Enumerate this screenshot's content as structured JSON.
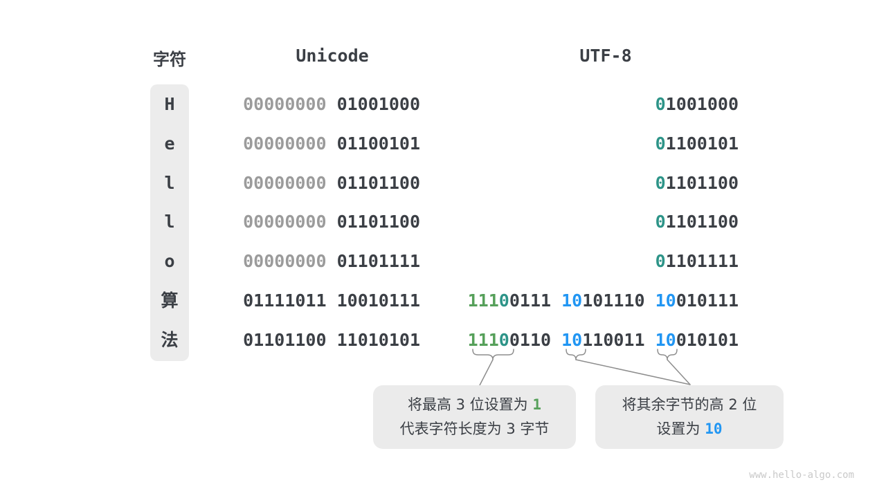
{
  "headers": {
    "char": "字符",
    "unicode": "Unicode",
    "utf8": "UTF-8"
  },
  "palette": {
    "dark": "#3b3f45",
    "gray": "#9b9b9b",
    "teal": "#2d9488",
    "green": "#56a05a",
    "blue": "#2196f3",
    "box_bg": "#ebebeb",
    "brace_line": "#8d8d8d",
    "watermark": "#c9c9c9"
  },
  "rows": [
    {
      "char": "H",
      "unicode": [
        {
          "t": "00000000",
          "c": "gr"
        },
        {
          "t": " 01001000",
          "c": "d"
        }
      ],
      "utf8": [
        {
          "t": "0",
          "c": "t"
        },
        {
          "t": "1001000",
          "c": "d"
        }
      ]
    },
    {
      "char": "e",
      "unicode": [
        {
          "t": "00000000",
          "c": "gr"
        },
        {
          "t": " 01100101",
          "c": "d"
        }
      ],
      "utf8": [
        {
          "t": "0",
          "c": "t"
        },
        {
          "t": "1100101",
          "c": "d"
        }
      ]
    },
    {
      "char": "l",
      "unicode": [
        {
          "t": "00000000",
          "c": "gr"
        },
        {
          "t": " 01101100",
          "c": "d"
        }
      ],
      "utf8": [
        {
          "t": "0",
          "c": "t"
        },
        {
          "t": "1101100",
          "c": "d"
        }
      ]
    },
    {
      "char": "l",
      "unicode": [
        {
          "t": "00000000",
          "c": "gr"
        },
        {
          "t": " 01101100",
          "c": "d"
        }
      ],
      "utf8": [
        {
          "t": "0",
          "c": "t"
        },
        {
          "t": "1101100",
          "c": "d"
        }
      ]
    },
    {
      "char": "o",
      "unicode": [
        {
          "t": "00000000",
          "c": "gr"
        },
        {
          "t": " 01101111",
          "c": "d"
        }
      ],
      "utf8": [
        {
          "t": "0",
          "c": "t"
        },
        {
          "t": "1101111",
          "c": "d"
        }
      ]
    },
    {
      "char": "算",
      "unicode": [
        {
          "t": "01111011 10010111",
          "c": "d"
        }
      ],
      "utf8": [
        {
          "t": "111",
          "c": "g"
        },
        {
          "t": "0",
          "c": "t"
        },
        {
          "t": "0111 ",
          "c": "d"
        },
        {
          "t": "10",
          "c": "b"
        },
        {
          "t": "101110 ",
          "c": "d"
        },
        {
          "t": "10",
          "c": "b"
        },
        {
          "t": "010111",
          "c": "d"
        }
      ]
    },
    {
      "char": "法",
      "unicode": [
        {
          "t": "01101100 11010101",
          "c": "d"
        }
      ],
      "utf8": [
        {
          "t": "111",
          "c": "g"
        },
        {
          "t": "0",
          "c": "t"
        },
        {
          "t": "0110 ",
          "c": "d"
        },
        {
          "t": "10",
          "c": "b"
        },
        {
          "t": "110011 ",
          "c": "d"
        },
        {
          "t": "10",
          "c": "b"
        },
        {
          "t": "010101",
          "c": "d"
        }
      ]
    }
  ],
  "callouts": {
    "left": {
      "lines": [
        [
          {
            "t": "将最高 3 位设置为 ",
            "c": "d"
          },
          {
            "t": "1",
            "c": "g mono"
          }
        ],
        [
          {
            "t": "代表字符长度为 3 字节",
            "c": "d"
          }
        ]
      ]
    },
    "right": {
      "lines": [
        [
          {
            "t": "将其余字节的高 2 位",
            "c": "d"
          }
        ],
        [
          {
            "t": "设置为 ",
            "c": "d"
          },
          {
            "t": "10",
            "c": "b mono"
          }
        ]
      ]
    }
  },
  "watermark": "www.hello-algo.com"
}
